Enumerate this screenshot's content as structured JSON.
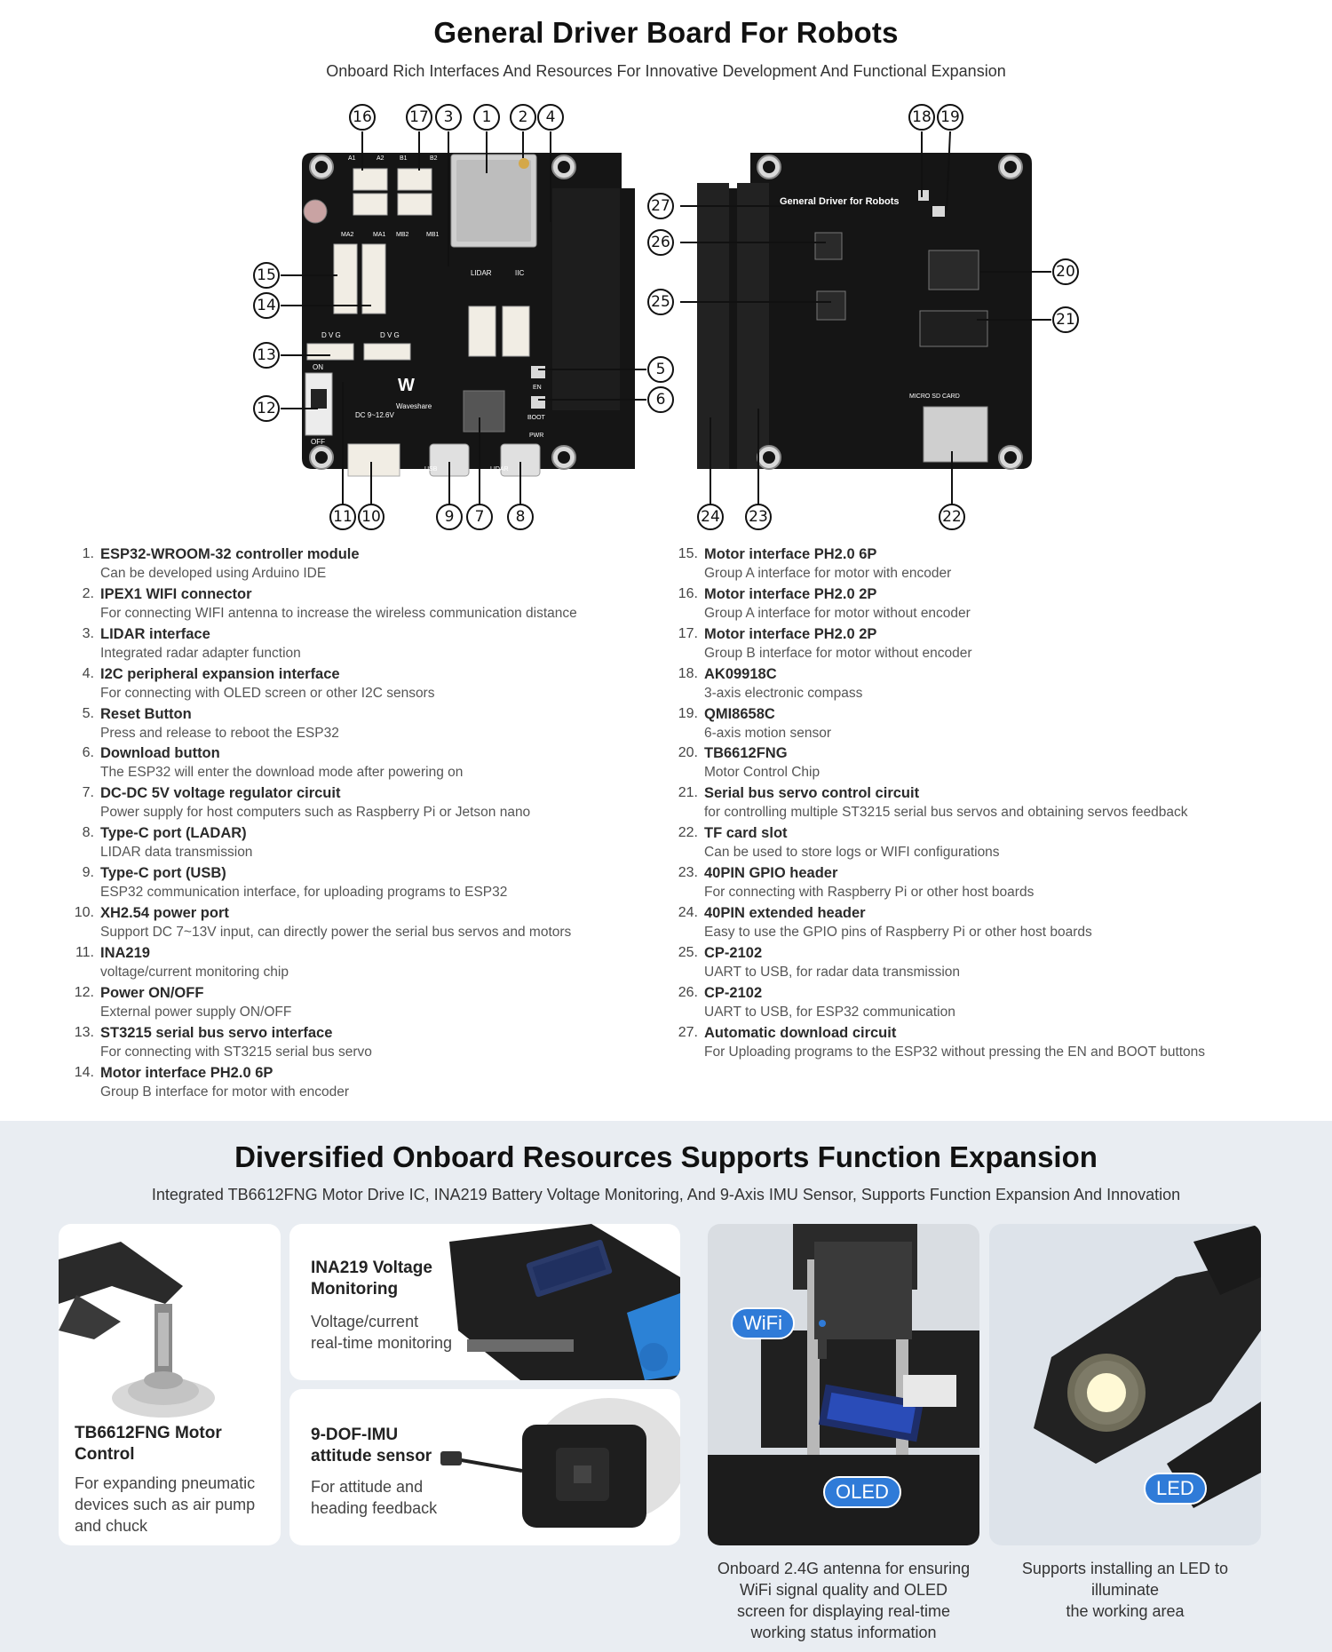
{
  "header": {
    "title": "General Driver Board For Robots",
    "subtitle": "Onboard Rich Interfaces And Resources For Innovative Development And Functional Expansion"
  },
  "board_labels": {
    "silk_name": "General Driver for Robots",
    "brand": "Waveshare",
    "lidar": "LIDAR",
    "iic": "IIC",
    "dc": "DC 9~12.6V",
    "on": "ON",
    "off": "OFF",
    "en": "EN",
    "boot": "BOOT",
    "pwr": "PWR",
    "usb": "USB",
    "lidar_port": "LIDAR",
    "micro_sd": "MICRO SD CARD",
    "dvg": "D V G",
    "a1": "A1",
    "a2": "A2",
    "b1": "B1",
    "b2": "B2",
    "ma2": "MA2",
    "ma1": "MA1",
    "mb2": "MB2",
    "mb1": "MB1"
  },
  "callouts": [
    "1",
    "2",
    "3",
    "4",
    "5",
    "6",
    "7",
    "8",
    "9",
    "10",
    "11",
    "12",
    "13",
    "14",
    "15",
    "16",
    "17",
    "18",
    "19",
    "20",
    "21",
    "22",
    "23",
    "24",
    "25",
    "26",
    "27"
  ],
  "features_left": [
    {
      "num": "1.",
      "name": "ESP32-WROOM-32 controller module",
      "desc": "Can be developed using Arduino IDE"
    },
    {
      "num": "2.",
      "name": "IPEX1 WIFI connector",
      "desc": "For connecting WIFI antenna to increase the wireless communication distance"
    },
    {
      "num": "3.",
      "name": "LIDAR interface",
      "desc": "Integrated radar adapter function"
    },
    {
      "num": "4.",
      "name": "I2C peripheral expansion interface",
      "desc": "For connecting with OLED screen or other I2C sensors"
    },
    {
      "num": "5.",
      "name": "Reset Button",
      "desc": "Press and release to reboot the ESP32"
    },
    {
      "num": "6.",
      "name": "Download button",
      "desc": "The ESP32 will enter the download mode after powering on"
    },
    {
      "num": "7.",
      "name": "DC-DC 5V voltage regulator circuit",
      "desc": "Power supply for host computers such as Raspberry Pi or Jetson nano"
    },
    {
      "num": "8.",
      "name": "Type-C port (LADAR)",
      "desc": "LIDAR data transmission"
    },
    {
      "num": "9.",
      "name": "Type-C port (USB)",
      "desc": "ESP32 communication interface, for uploading programs to ESP32"
    },
    {
      "num": "10.",
      "name": "XH2.54 power port",
      "desc": "Support DC 7~13V input, can directly power the serial bus servos and motors"
    },
    {
      "num": "11.",
      "name": "INA219",
      "desc": "voltage/current monitoring chip"
    },
    {
      "num": "12.",
      "name": "Power ON/OFF",
      "desc": "External power supply ON/OFF"
    },
    {
      "num": "13.",
      "name": "ST3215 serial bus servo interface",
      "desc": "For connecting with ST3215 serial bus servo"
    },
    {
      "num": "14.",
      "name": "Motor interface PH2.0 6P",
      "desc": "Group B interface for motor with encoder"
    }
  ],
  "features_right": [
    {
      "num": "15.",
      "name": "Motor interface PH2.0 6P",
      "desc": "Group A interface for motor with encoder"
    },
    {
      "num": "16.",
      "name": "Motor interface PH2.0 2P",
      "desc": "Group A interface for motor without encoder"
    },
    {
      "num": "17.",
      "name": "Motor interface PH2.0 2P",
      "desc": "Group B interface for motor without encoder"
    },
    {
      "num": "18.",
      "name": "AK09918C",
      "desc": "3-axis electronic compass"
    },
    {
      "num": "19.",
      "name": "QMI8658C",
      "desc": "6-axis motion sensor"
    },
    {
      "num": "20.",
      "name": "TB6612FNG",
      "desc": "Motor Control Chip"
    },
    {
      "num": "21.",
      "name": "Serial bus servo control circuit",
      "desc": "for controlling multiple ST3215 serial bus servos and obtaining servos feedback"
    },
    {
      "num": "22.",
      "name": "TF card slot",
      "desc": "Can be used to store logs or WIFI configurations"
    },
    {
      "num": "23.",
      "name": "40PIN GPIO header",
      "desc": "For connecting with Raspberry Pi or other host boards"
    },
    {
      "num": "24.",
      "name": "40PIN extended header",
      "desc": "Easy to use the GPIO pins of Raspberry Pi or other host boards"
    },
    {
      "num": "25.",
      "name": "CP-2102",
      "desc": "UART to USB, for radar data transmission"
    },
    {
      "num": "26.",
      "name": "CP-2102",
      "desc": "UART to USB, for ESP32 communication"
    },
    {
      "num": "27.",
      "name": "Automatic download circuit",
      "desc": "For Uploading programs to the ESP32 without pressing the EN and BOOT buttons"
    }
  ],
  "section2": {
    "title": "Diversified Onboard Resources Supports Function Expansion",
    "subtitle": "Integrated TB6612FNG Motor Drive IC, INA219 Battery Voltage Monitoring, And 9-Axis IMU Sensor, Supports Function Expansion And Innovation"
  },
  "cards": {
    "motor": {
      "title_l1": "TB6612FNG Motor",
      "title_l2": "Control",
      "desc_l1": "For expanding pneumatic",
      "desc_l2": "devices such as air pump",
      "desc_l3": "and chuck"
    },
    "ina": {
      "title_l1": "INA219 Voltage",
      "title_l2": "Monitoring",
      "desc_l1": "Voltage/current",
      "desc_l2": "real-time monitoring"
    },
    "imu": {
      "title_l1": "9-DOF-IMU",
      "title_l2": "attitude sensor",
      "desc_l1": "For attitude and",
      "desc_l2": "heading feedback"
    }
  },
  "photo_wifi": {
    "tag_wifi": "WiFi",
    "tag_oled": "OLED",
    "caption_l1": "Onboard 2.4G antenna for ensuring",
    "caption_l2": "WiFi signal quality and OLED",
    "caption_l3": "screen for displaying real-time",
    "caption_l4": "working status information"
  },
  "photo_led": {
    "tag_led": "LED",
    "caption_l1": "Supports installing an LED to",
    "caption_l2": "illuminate",
    "caption_l3": "the working area"
  },
  "colors": {
    "accent_blue": "#2f7bd8",
    "board_black": "#151515",
    "section_bg": "#e9edf2"
  }
}
